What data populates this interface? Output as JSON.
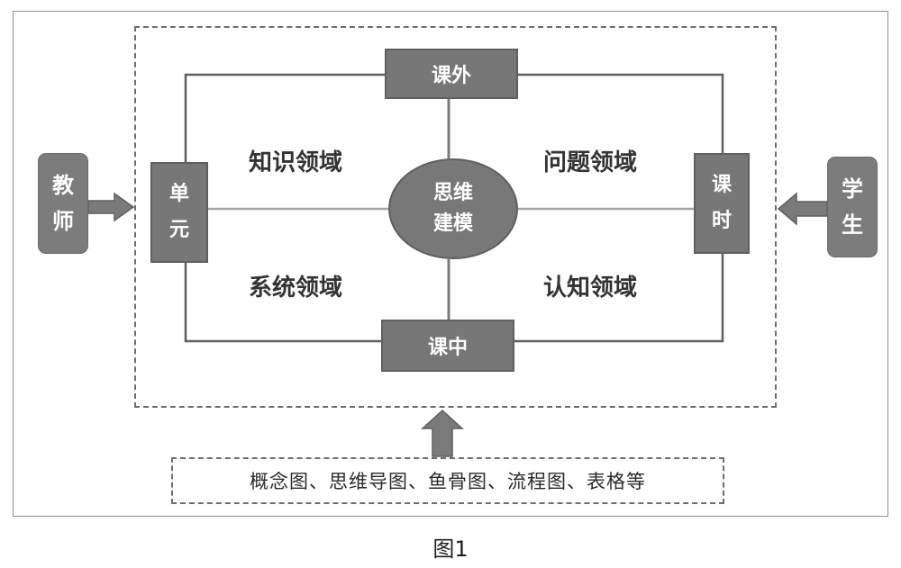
{
  "frame": {
    "top_box": "课外",
    "bottom_box": "课中",
    "left_box": [
      "单",
      "元"
    ],
    "right_box": [
      "课",
      "时"
    ],
    "center": [
      "思维",
      "建模"
    ],
    "regions": {
      "top_left": "知识领域",
      "top_right": "问题领域",
      "bottom_left": "系统领域",
      "bottom_right": "认知领域"
    },
    "teacher": [
      "教",
      "师"
    ],
    "student": [
      "学",
      "生"
    ],
    "tools": "概念图、思维导图、鱼骨图、流程图、表格等"
  },
  "caption": "图1",
  "colors": {
    "box_fill": "#777777",
    "line": "#5f5f5f",
    "dashed": "#6d6d6d",
    "text": "#333333"
  }
}
